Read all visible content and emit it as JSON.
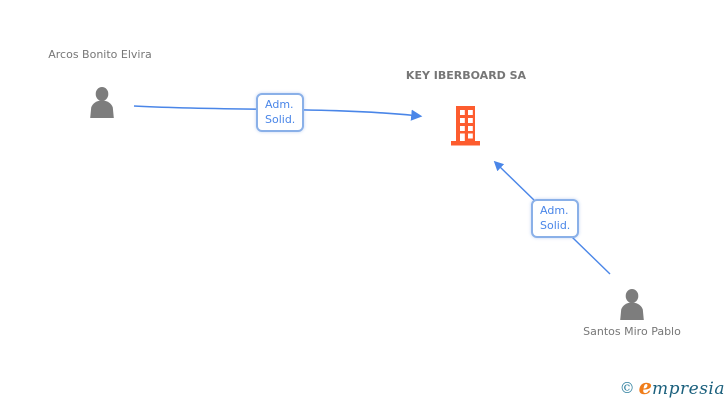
{
  "diagram": {
    "person_arcos": {
      "line1": "Arcos Bonito",
      "line2": "Elvira"
    },
    "company_key": {
      "line1": "KEY",
      "line2": "IBERBOARD SA"
    },
    "person_santos": {
      "line1": "Santos Miro",
      "line2": "Pablo"
    },
    "edge_arcos_to_key": {
      "line1": "Adm.",
      "line2": "Solid."
    },
    "edge_santos_to_key": {
      "line1": "Adm.",
      "line2": "Solid."
    }
  },
  "footer": {
    "copyright_symbol": "©",
    "brand_initial": "e",
    "brand_rest": "mpresia"
  },
  "colors": {
    "edge_blue": "#4a86e8",
    "edge_label_border": "#8ab0e8",
    "company_orange": "#fd5c2e",
    "person_gray": "#7d7d7d",
    "text_gray": "#777777",
    "logo_copyright_teal": "#2e7f9e",
    "logo_e_orange": "#f07d1a",
    "logo_text_teal": "#1b607d",
    "background": "#ffffff"
  }
}
